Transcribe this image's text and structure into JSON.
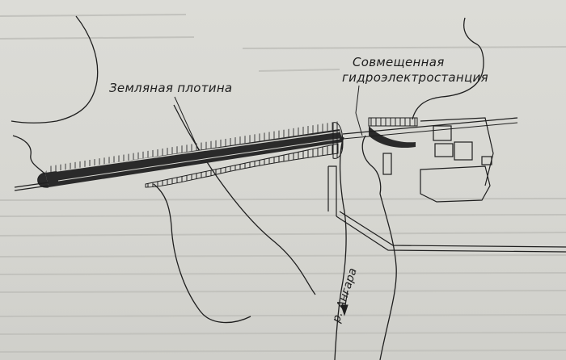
{
  "labels": {
    "dam": "Земляная плотина",
    "hpp_line1": "Совмещенная",
    "hpp_line2": "гидроэлектростанция",
    "river": "р. Ангара"
  },
  "colors": {
    "paper": "#d9d9d4",
    "ink": "#1f1f1f",
    "faint_text": "#b9b9b4"
  }
}
